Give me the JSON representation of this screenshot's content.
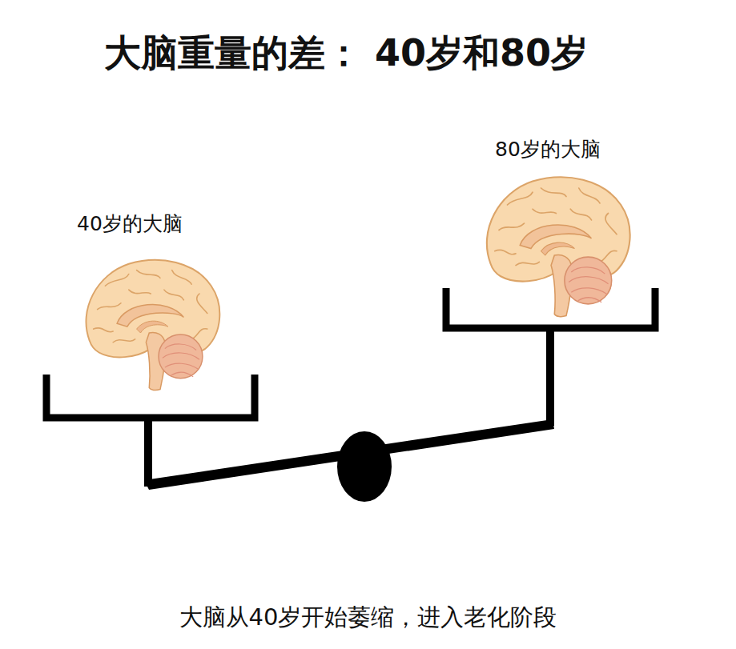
{
  "diagram": {
    "title": "大脑重量的差： 40岁和80岁",
    "caption": "大脑从40岁开始萎缩，进入老化阶段",
    "labels": [
      "40岁的大脑",
      "80岁的大脑"
    ]
  }
}
